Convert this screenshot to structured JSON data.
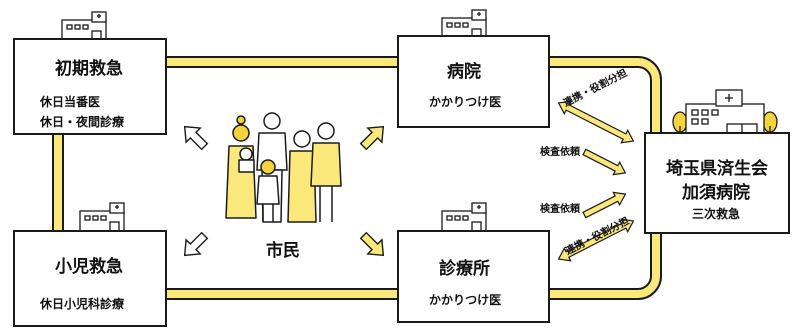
{
  "nodes": {
    "shoki": {
      "title": "初期救急",
      "lines": [
        "休日当番医",
        "休日・夜間診療"
      ]
    },
    "shoni": {
      "title": "小児救急",
      "lines": [
        "休日小児科診療"
      ]
    },
    "byoin": {
      "title": "病院",
      "sub": "かかりつけ医"
    },
    "shinryojo": {
      "title": "診療所",
      "sub": "かかりつけ医"
    },
    "saitama": {
      "title_lines": [
        "埼玉県済生会",
        "加須病院"
      ],
      "sub": "三次救急"
    }
  },
  "center": {
    "label": "市民"
  },
  "edge_labels": {
    "top_cooperation": "連携・役割分担",
    "top_request": "検査依頼",
    "bottom_request": "検査依頼",
    "bottom_cooperation": "連携・役割分担"
  },
  "colors": {
    "yellow": "#fbe87a",
    "accent": "#f3d43c",
    "line": "#1a1a1a"
  }
}
